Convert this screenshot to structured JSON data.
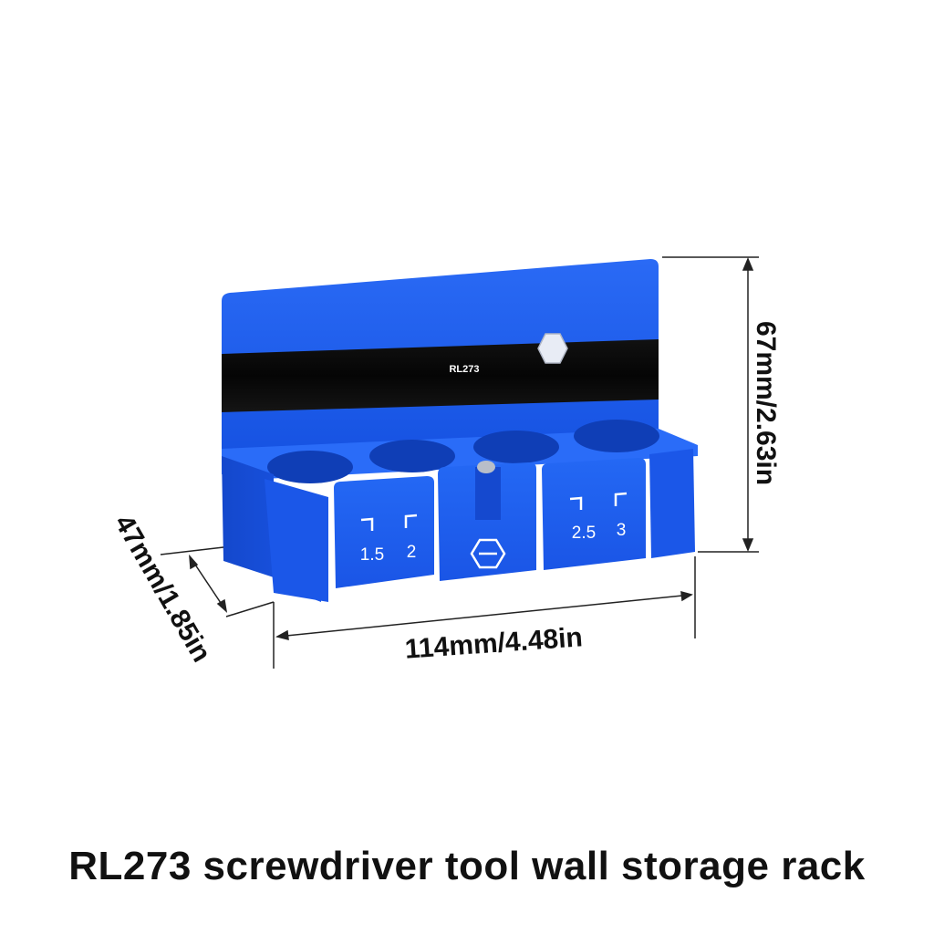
{
  "product": {
    "model_label": "RL273",
    "color_body": "#1e5ef0",
    "color_band": "#0c0c0c"
  },
  "slots": [
    {
      "icons": [
        "corner-left-icon",
        "corner-right-icon"
      ],
      "sizes": [
        "1.5",
        "2"
      ]
    },
    {
      "icons": [
        "slotted-screw-icon"
      ],
      "sizes": []
    },
    {
      "icons": [
        "corner-left-icon",
        "corner-right-icon"
      ],
      "sizes": [
        "2.5",
        "3"
      ]
    }
  ],
  "dimensions": {
    "height_label": "67mm/2.63in",
    "width_label": "114mm/4.48in",
    "depth_label": "47mm/1.85in"
  },
  "caption": "RL273 screwdriver tool wall storage rack"
}
